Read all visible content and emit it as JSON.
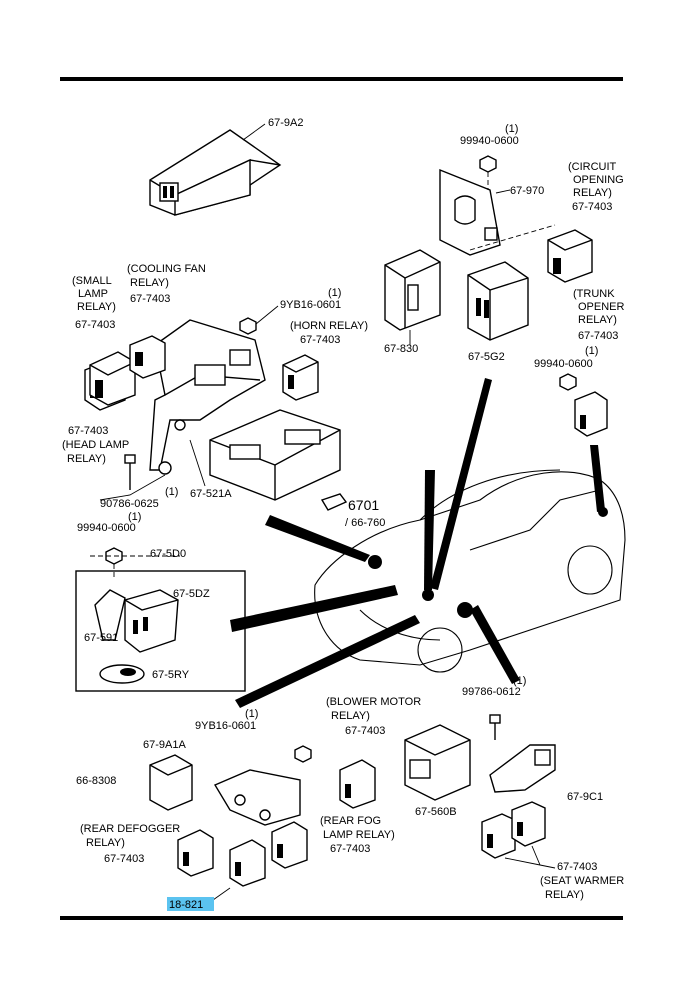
{
  "labels": {
    "p679a2": "67-9A2",
    "p99940_top_qty": "(1)",
    "p99940_top": "99940-0600",
    "p67970": "67-970",
    "circuit_l1": "(CIRCUIT",
    "circuit_l2": "OPENING",
    "circuit_l3": "RELAY)",
    "circuit_num": "67-7403",
    "small_l1": "(SMALL",
    "small_l2": "LAMP",
    "small_l3": "RELAY)",
    "small_num": "67-7403",
    "cooling_l1": "(COOLING FAN",
    "cooling_l2": "RELAY)",
    "cooling_num": "67-7403",
    "p9yb16_top_qty": "(1)",
    "p9yb16_top": "9YB16-0601",
    "horn_l1": "(HORN RELAY)",
    "horn_num": "67-7403",
    "p67830": "67-830",
    "p675g2": "67-5G2",
    "trunk_l1": "(TRUNK",
    "trunk_l2": "OPENER",
    "trunk_l3": "RELAY)",
    "trunk_num": "67-7403",
    "p99940_right_qty": "(1)",
    "p99940_right": "99940-0600",
    "head_num": "67-7403",
    "head_l1": "(HEAD LAMP",
    "head_l2": "RELAY)",
    "p90786_qty": "(1)",
    "p90786": "90786-0625",
    "p67521a": "67-521A",
    "p6701": "6701",
    "p66760": "/ 66-760",
    "p99940_left_qty": "(1)",
    "p99940_left": "99940-0600",
    "p675d0": "67-5D0",
    "p675dz": "67-5DZ",
    "p67591": "67-591",
    "p675ry": "67-5RY",
    "blower_l1": "(BLOWER MOTOR",
    "blower_l2": "RELAY)",
    "blower_num": "67-7403",
    "p9yb16_bot_qty": "(1)",
    "p9yb16_bot": "9YB16-0601",
    "p679a1a": "67-9A1A",
    "p668308": "66-8308",
    "defog_l1": "(REAR DEFOGGER",
    "defog_l2": "RELAY)",
    "defog_num": "67-7403",
    "fog_l1": "(REAR FOG",
    "fog_l2": "LAMP RELAY)",
    "fog_num": "67-7403",
    "p99786_qty": "(1)",
    "p99786": "99786-0612",
    "p67560b": "67-560B",
    "p679c1": "67-9C1",
    "seat_num": "67-7403",
    "seat_l1": "(SEAT WARMER",
    "seat_l2": "RELAY)",
    "p18821": "18-821"
  },
  "colors": {
    "highlight": "#5bc3f0",
    "ink": "#000000"
  }
}
